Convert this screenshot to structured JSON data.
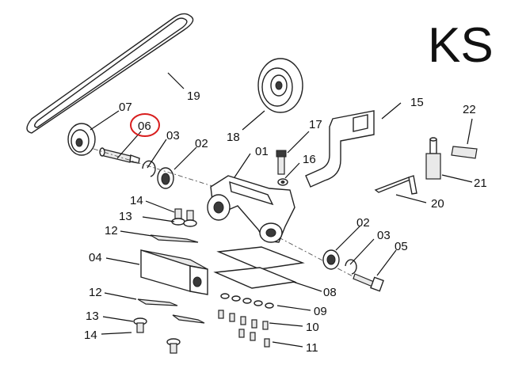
{
  "brand_label": "KS",
  "highlight_color": "#d81e1e",
  "highlighted_callout": "06",
  "callouts": [
    {
      "id": "c19",
      "text": "19"
    },
    {
      "id": "c07",
      "text": "07"
    },
    {
      "id": "c06",
      "text": "06"
    },
    {
      "id": "c03a",
      "text": "03"
    },
    {
      "id": "c02a",
      "text": "02"
    },
    {
      "id": "c18",
      "text": "18"
    },
    {
      "id": "c17",
      "text": "17"
    },
    {
      "id": "c15",
      "text": "15"
    },
    {
      "id": "c22",
      "text": "22"
    },
    {
      "id": "c01",
      "text": "01"
    },
    {
      "id": "c16",
      "text": "16"
    },
    {
      "id": "c21",
      "text": "21"
    },
    {
      "id": "c20",
      "text": "20"
    },
    {
      "id": "c14a",
      "text": "14"
    },
    {
      "id": "c13a",
      "text": "13"
    },
    {
      "id": "c12a",
      "text": "12"
    },
    {
      "id": "c04",
      "text": "04"
    },
    {
      "id": "c02b",
      "text": "02"
    },
    {
      "id": "c03b",
      "text": "03"
    },
    {
      "id": "c05",
      "text": "05"
    },
    {
      "id": "c08",
      "text": "08"
    },
    {
      "id": "c12b",
      "text": "12"
    },
    {
      "id": "c09",
      "text": "09"
    },
    {
      "id": "c13b",
      "text": "13"
    },
    {
      "id": "c10",
      "text": "10"
    },
    {
      "id": "c14b",
      "text": "14"
    },
    {
      "id": "c11",
      "text": "11"
    }
  ]
}
